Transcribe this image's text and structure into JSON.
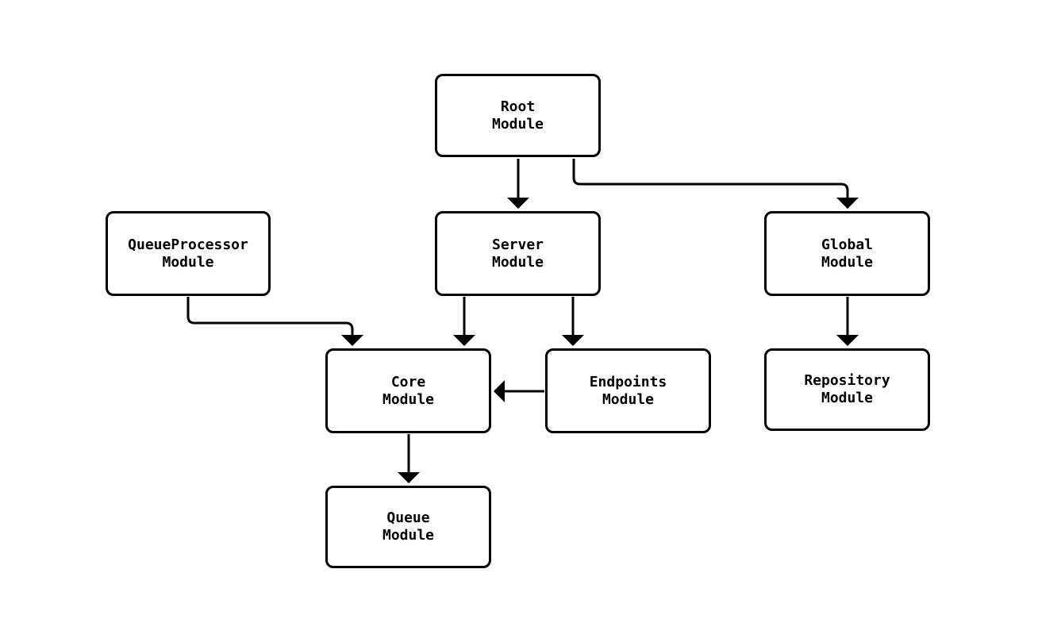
{
  "diagram": {
    "type": "module-dependency-flowchart",
    "background_color": "#ffffff",
    "node_fill_color": "#ffffff",
    "stroke_color": "#000000",
    "text_color": "#000000",
    "nodes": [
      {
        "id": "root",
        "label": "Root\nModule"
      },
      {
        "id": "queueprocessor",
        "label": "QueueProcessor\nModule"
      },
      {
        "id": "server",
        "label": "Server\nModule"
      },
      {
        "id": "global",
        "label": "Global\nModule"
      },
      {
        "id": "core",
        "label": "Core\nModule"
      },
      {
        "id": "endpoints",
        "label": "Endpoints\nModule"
      },
      {
        "id": "repository",
        "label": "Repository\nModule"
      },
      {
        "id": "queue",
        "label": "Queue\nModule"
      }
    ],
    "edges": [
      {
        "from": "root",
        "to": "server"
      },
      {
        "from": "root",
        "to": "global"
      },
      {
        "from": "queueprocessor",
        "to": "core"
      },
      {
        "from": "server",
        "to": "core"
      },
      {
        "from": "server",
        "to": "endpoints"
      },
      {
        "from": "endpoints",
        "to": "core"
      },
      {
        "from": "global",
        "to": "repository"
      },
      {
        "from": "core",
        "to": "queue"
      }
    ]
  }
}
